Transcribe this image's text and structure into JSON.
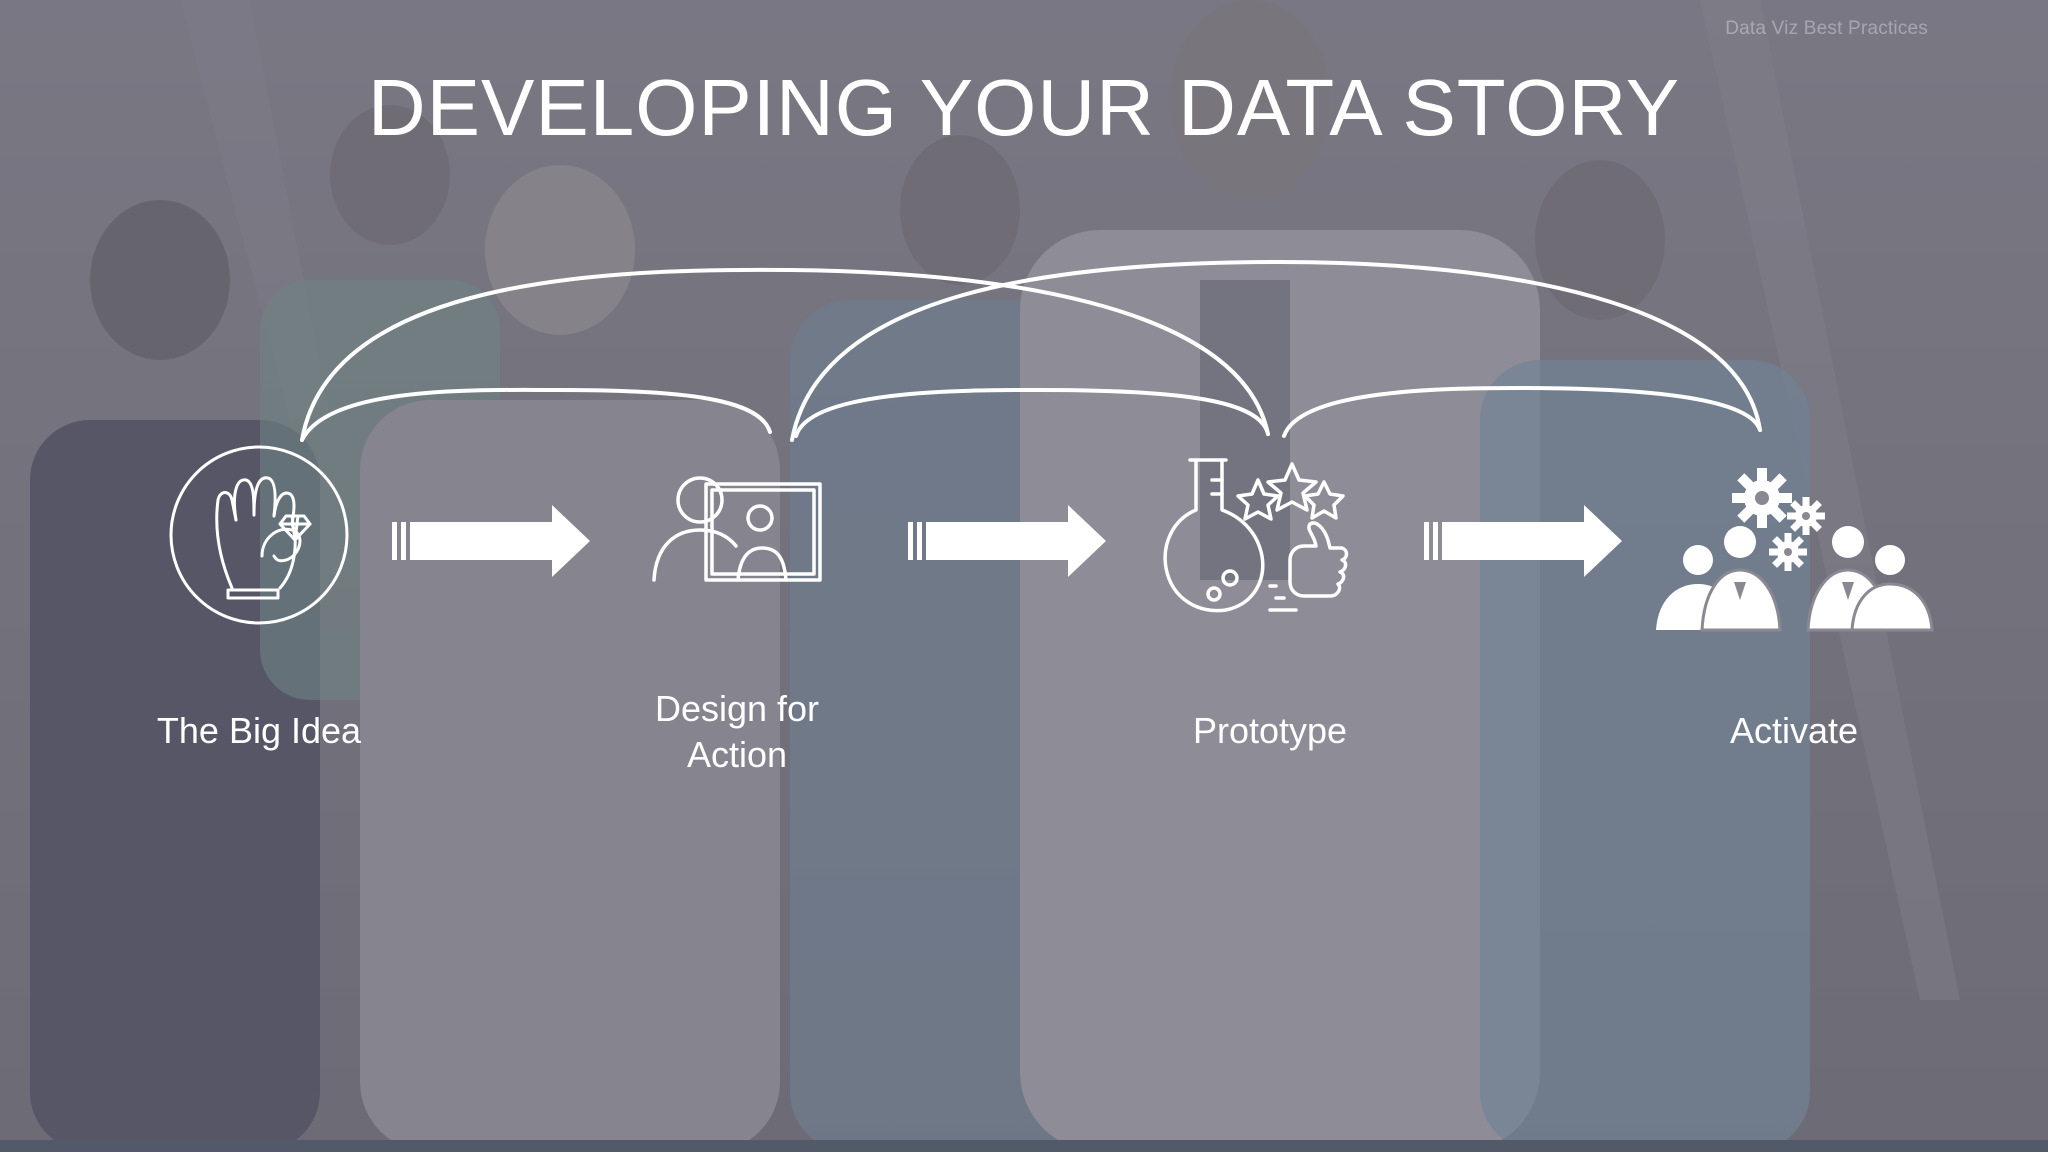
{
  "watermark": "Data Viz Best Practices",
  "title": "DEVELOPING YOUR DATA STORY",
  "steps": [
    {
      "label": "The Big Idea",
      "icon": "hand-holding-gem-icon"
    },
    {
      "label": "Design for Action",
      "icon": "presenter-screen-icon"
    },
    {
      "label": "Prototype",
      "icon": "flask-stars-thumbs-up-icon"
    },
    {
      "label": "Activate",
      "icon": "team-gears-icon"
    }
  ],
  "colors": {
    "foreground": "#ffffff",
    "overlay": "#6f6e78"
  }
}
